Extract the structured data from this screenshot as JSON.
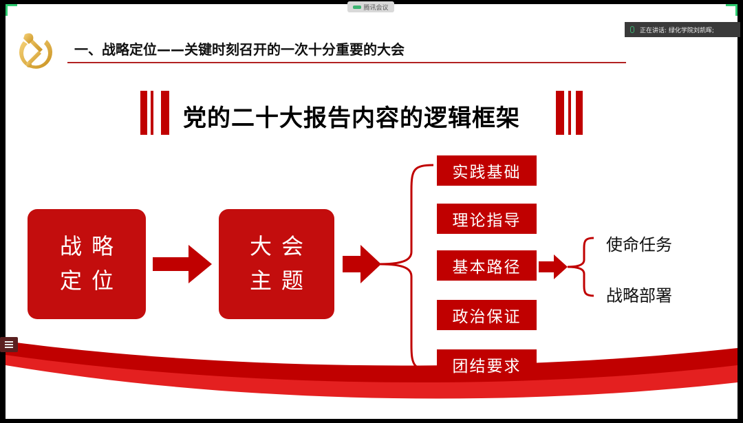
{
  "meeting": {
    "app_label": "腾讯会议",
    "speaking_label": "正在讲话: 绿化学院刘凯晖;"
  },
  "slide": {
    "section_title": "一、战略定位——关键时刻召开的一次十分重要的大会",
    "main_title": "党的二十大报告内容的逻辑框架",
    "box1": {
      "line1": "战略",
      "line2": "定位"
    },
    "box2": {
      "line1": "大会",
      "line2": "主题"
    },
    "items": [
      "实践基础",
      "理论指导",
      "基本路径",
      "政治保证",
      "团结要求"
    ],
    "outcomes": [
      "使命任务",
      "战略部署"
    ]
  },
  "colors": {
    "primary_red": "#c00000",
    "speaking_bg": "#3a3a3a",
    "accent_green": "#2ecc71"
  },
  "icons": [
    "party-emblem-icon",
    "microphone-icon",
    "menu-icon",
    "arrow-right-icon",
    "brace-icon"
  ]
}
